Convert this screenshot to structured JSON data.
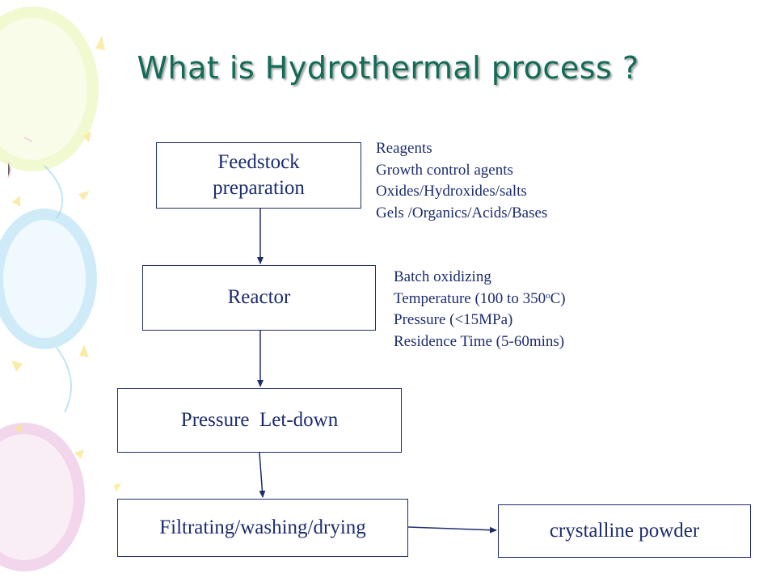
{
  "title": "What is Hydrothermal process ?",
  "boxes": {
    "feedstock_line1": "Feedstock",
    "feedstock_line2": "preparation",
    "reactor": "Reactor",
    "pressure": "Pressure  Let-down",
    "filtrating": "Filtrating/washing/drying",
    "powder": "crystalline powder"
  },
  "notes": {
    "feedstock": [
      "Reagents",
      "Growth control agents",
      "Oxides/Hydroxides/salts",
      "Gels /Organics/Acids/Bases"
    ],
    "reactor": {
      "line1": "Batch oxidizing",
      "line2_before": "Temperature (100 to 350",
      "line2_sup": "o",
      "line2_after": "C)",
      "line3": "Pressure (<15MPa)",
      "line4": "Residence Time (5-60mins)"
    }
  },
  "colors": {
    "title": "#156b58",
    "text": "#1d2d6e",
    "arrow": "#1d2d6e"
  }
}
